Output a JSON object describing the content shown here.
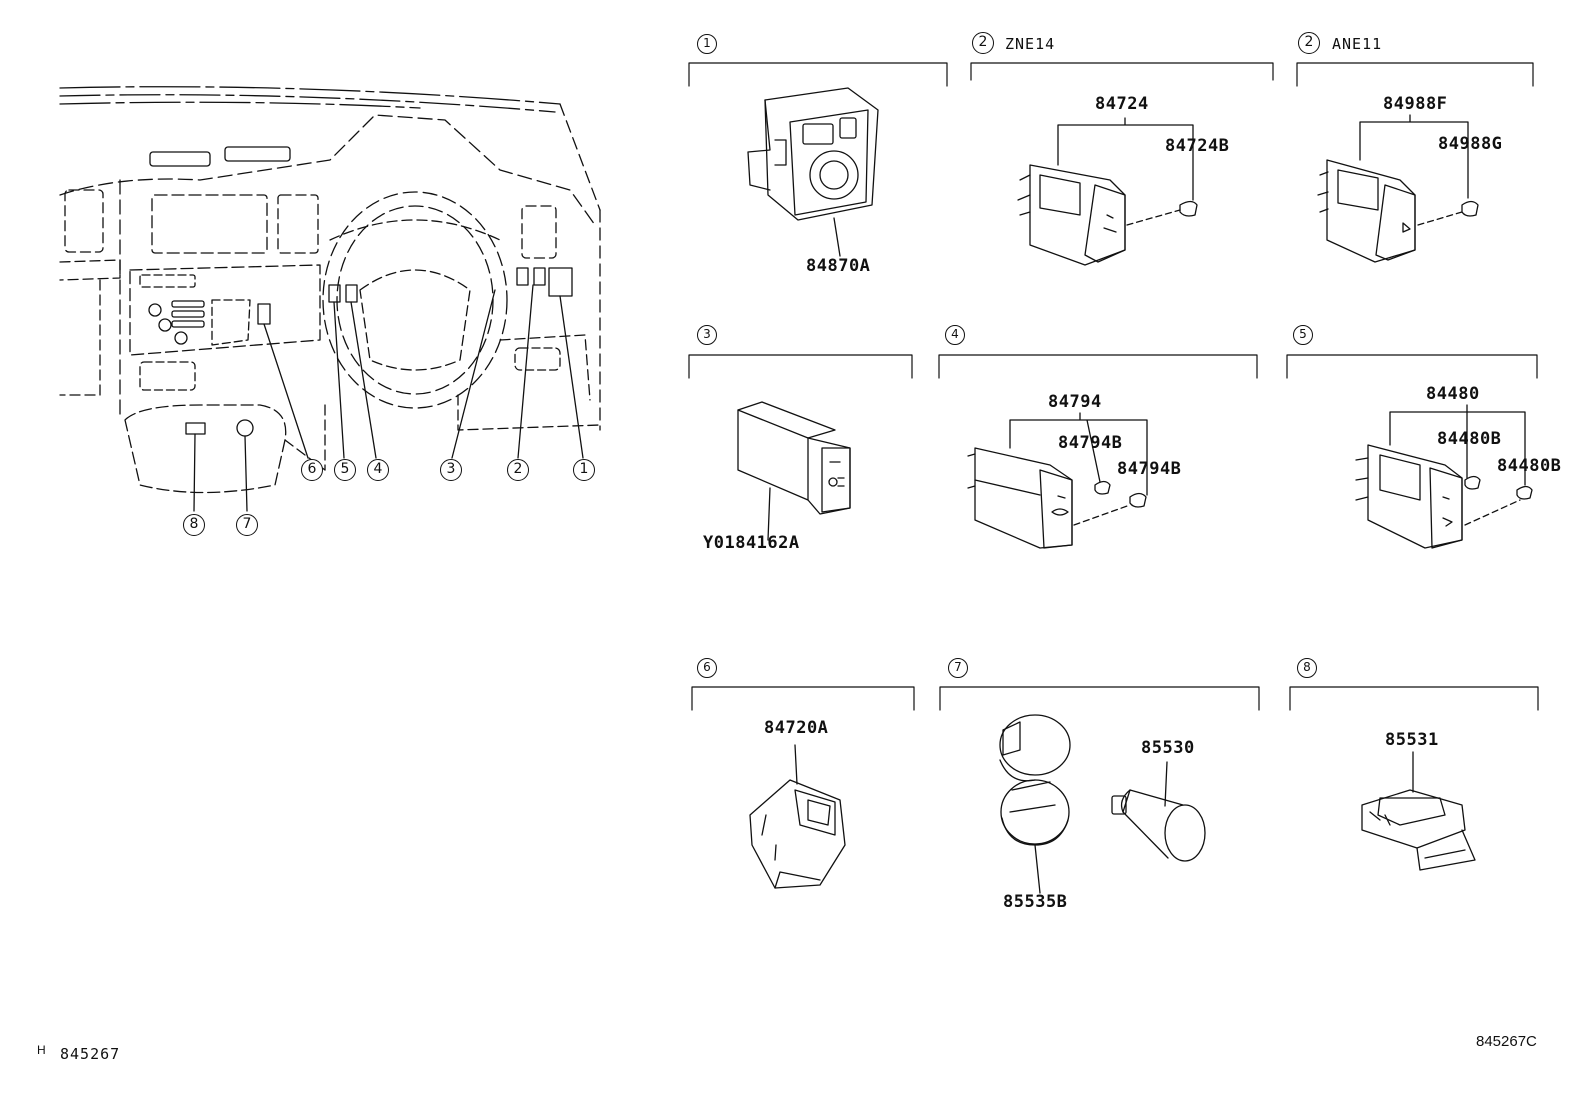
{
  "callouts": [
    "1",
    "2",
    "3",
    "4",
    "5",
    "6",
    "7",
    "8"
  ],
  "sections": [
    {
      "callout": "1",
      "variant": "",
      "parts": [
        "84870A"
      ]
    },
    {
      "callout": "2",
      "variant": "ZNE14",
      "parts": [
        "84724",
        "84724B"
      ]
    },
    {
      "callout": "2",
      "variant": "ANE11",
      "parts": [
        "84988F",
        "84988G"
      ]
    },
    {
      "callout": "3",
      "variant": "",
      "parts": [
        "Y0184162A"
      ]
    },
    {
      "callout": "4",
      "variant": "",
      "parts": [
        "84794",
        "84794B",
        "84794B"
      ]
    },
    {
      "callout": "5",
      "variant": "",
      "parts": [
        "84480",
        "84480B",
        "84480B"
      ]
    },
    {
      "callout": "6",
      "variant": "",
      "parts": [
        "84720A"
      ]
    },
    {
      "callout": "7",
      "variant": "",
      "parts": [
        "85530",
        "85535B"
      ]
    },
    {
      "callout": "8",
      "variant": "",
      "parts": [
        "85531"
      ]
    }
  ],
  "footer": {
    "left_prefix": "H",
    "left_code": "845267",
    "right_code": "845267C"
  }
}
